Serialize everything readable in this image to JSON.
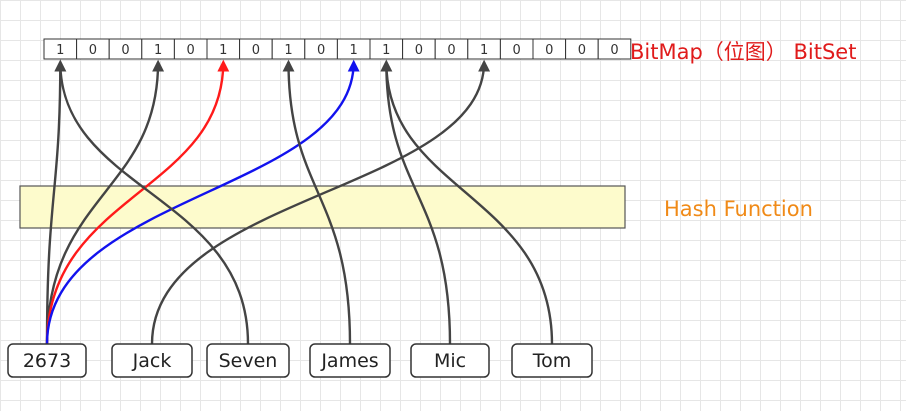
{
  "bitmap": {
    "bits": [
      "1",
      "0",
      "0",
      "1",
      "0",
      "1",
      "0",
      "1",
      "0",
      "1",
      "1",
      "0",
      "0",
      "1",
      "0",
      "0",
      "0",
      "0"
    ],
    "label": "BitMap（位图） BitSet",
    "label_color": "#e01b1b"
  },
  "hash_function": {
    "label": "Hash Function",
    "label_color": "#f08a17",
    "fill_color": "#fdfbcc"
  },
  "keys": [
    {
      "label": "2673"
    },
    {
      "label": "Jack"
    },
    {
      "label": "Seven"
    },
    {
      "label": "James"
    },
    {
      "label": "Mic"
    },
    {
      "label": "Tom"
    }
  ],
  "mappings": [
    {
      "from": "2673",
      "to_bit": 0,
      "color": "#444444"
    },
    {
      "from": "2673",
      "to_bit": 3,
      "color": "#444444"
    },
    {
      "from": "2673",
      "to_bit": 5,
      "color": "#ff1a1a"
    },
    {
      "from": "2673",
      "to_bit": 9,
      "color": "#1212ee"
    },
    {
      "from": "Jack",
      "to_bit": 13,
      "color": "#444444"
    },
    {
      "from": "Seven",
      "to_bit": 0,
      "color": "#444444"
    },
    {
      "from": "James",
      "to_bit": 7,
      "color": "#444444"
    },
    {
      "from": "Mic",
      "to_bit": 10,
      "color": "#444444"
    },
    {
      "from": "Tom",
      "to_bit": 10,
      "color": "#444444"
    }
  ]
}
